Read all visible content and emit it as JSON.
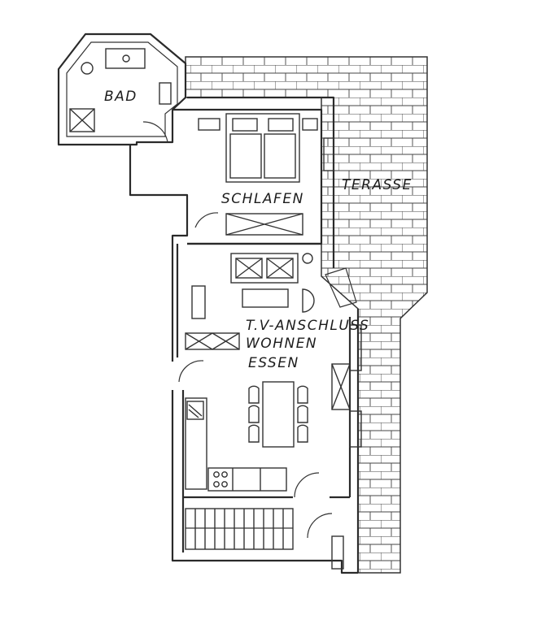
{
  "rooms": {
    "bad": "BAD",
    "schlafen": "SCHLAFEN",
    "terasse": "TERASSE",
    "tv": "T.V-ANSCHLUSS",
    "wohnen": "WOHNEN",
    "essen": "ESSEN"
  }
}
